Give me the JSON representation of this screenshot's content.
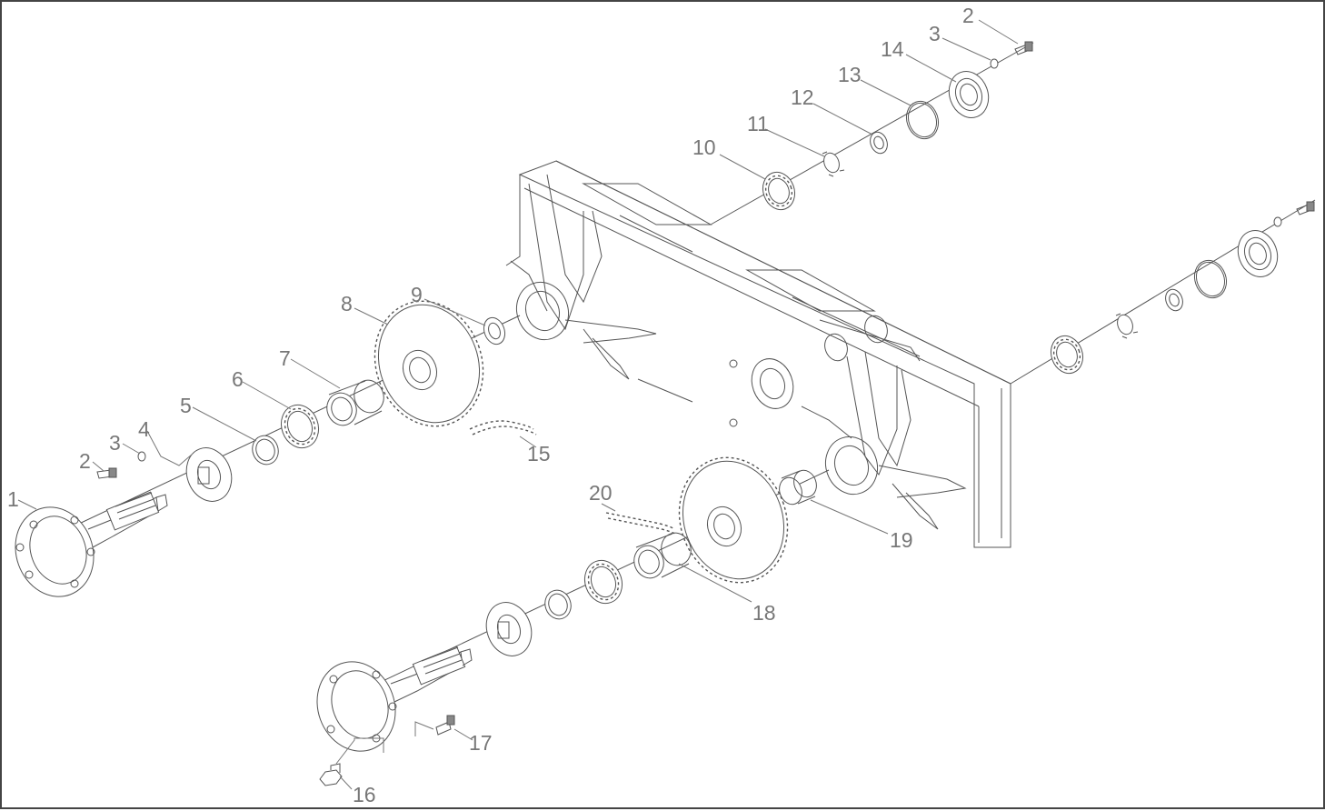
{
  "diagram": {
    "type": "exploded-parts-view",
    "callouts": [
      "1",
      "2",
      "3",
      "4",
      "5",
      "6",
      "7",
      "8",
      "9",
      "10",
      "11",
      "12",
      "13",
      "14",
      "15",
      "16",
      "17",
      "18",
      "19",
      "20"
    ],
    "upper_callouts": {
      "2": "2",
      "3": "3"
    }
  }
}
